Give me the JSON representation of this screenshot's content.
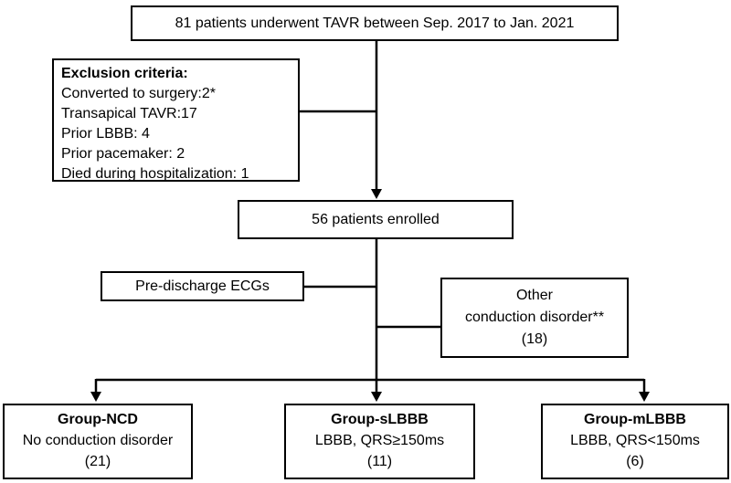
{
  "diagram": {
    "title": "TAVR patient enrollment flowchart",
    "colors": {
      "border": "#000000",
      "background": "#ffffff",
      "text": "#000000"
    },
    "top_box": {
      "text": "81 patients underwent TAVR between Sep. 2017 to Jan. 2021"
    },
    "exclusion_box": {
      "title": "Exclusion criteria:",
      "items": [
        "Converted to surgery:2*",
        "Transapical TAVR:17",
        "Prior LBBB: 4",
        "Prior pacemaker: 2",
        "Died during hospitalization: 1"
      ]
    },
    "enrolled_box": {
      "text": "56 patients enrolled"
    },
    "ecg_box": {
      "text": "Pre-discharge ECGs"
    },
    "other_box": {
      "line1": "Other",
      "line2": "conduction disorder**",
      "count": "(18)"
    },
    "group_ncd_box": {
      "title": "Group-NCD",
      "subtitle": "No conduction disorder",
      "count": "(21)"
    },
    "group_slbbb_box": {
      "title": "Group-sLBBB",
      "subtitle": "LBBB, QRS≥150ms",
      "count": "(11)"
    },
    "group_mlbbb_box": {
      "title": "Group-mLBBB",
      "subtitle": "LBBB, QRS<150ms",
      "count": "(6)"
    }
  }
}
